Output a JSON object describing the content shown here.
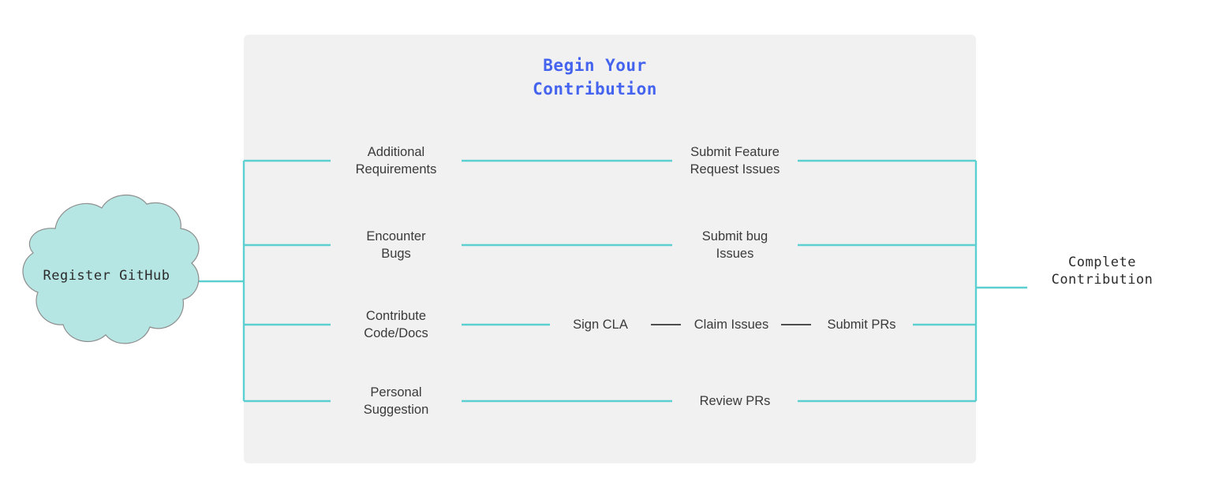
{
  "diagram": {
    "title": "Begin Your\nContribution",
    "title_color": "#4463ee",
    "panel_color": "#f1f1f1",
    "connector_color_primary": "#5ccfd0",
    "connector_color_secondary": "#4d4d4d"
  },
  "start_node": {
    "name": "register-github",
    "label": "Register GitHub",
    "shape": "cloud",
    "fill": "#b5e6e3",
    "stroke": "#8d8d8d"
  },
  "end_node": {
    "name": "complete-contribution",
    "label": "Complete\nContribution",
    "shape": "stacked-rectangle",
    "fill": "#86d067",
    "stroke": "#6f9c55"
  },
  "reason_nodes": [
    {
      "name": "additional-requirements",
      "label": "Additional\nRequirements",
      "fill": "#cfd0f2",
      "stroke": "#9a9a9a"
    },
    {
      "name": "encounter-bugs",
      "label": "Encounter\nBugs",
      "fill": "#cfd0f2",
      "stroke": "#9a9a9a"
    },
    {
      "name": "contribute-code-docs",
      "label": "Contribute\nCode/Docs",
      "fill": "#cfd0f2",
      "stroke": "#9a9a9a"
    },
    {
      "name": "personal-suggestion",
      "label": "Personal\nSuggestion",
      "fill": "#cfd0f2",
      "stroke": "#9a9a9a"
    }
  ],
  "action_nodes": [
    {
      "name": "submit-feature-request-issues",
      "label": "Submit Feature\nRequest Issues",
      "fill": "#faf6e4",
      "stroke": "#9a9a9a"
    },
    {
      "name": "submit-bug-issues",
      "label": "Submit bug\nIssues",
      "fill": "#faf6e4",
      "stroke": "#9a9a9a"
    },
    {
      "name": "review-prs",
      "label": "Review PRs",
      "fill": "#faf6e4",
      "stroke": "#9a9a9a"
    }
  ],
  "code_path_nodes": [
    {
      "name": "sign-cla",
      "label": "Sign CLA",
      "fill": "#faf6e4",
      "stroke": "#9a9a9a"
    },
    {
      "name": "claim-issues",
      "label": "Claim Issues",
      "fill": "#faf6e4",
      "stroke": "#9a9a9a"
    },
    {
      "name": "submit-prs",
      "label": "Submit PRs",
      "fill": "#faf6e4",
      "stroke": "#9a9a9a"
    }
  ]
}
